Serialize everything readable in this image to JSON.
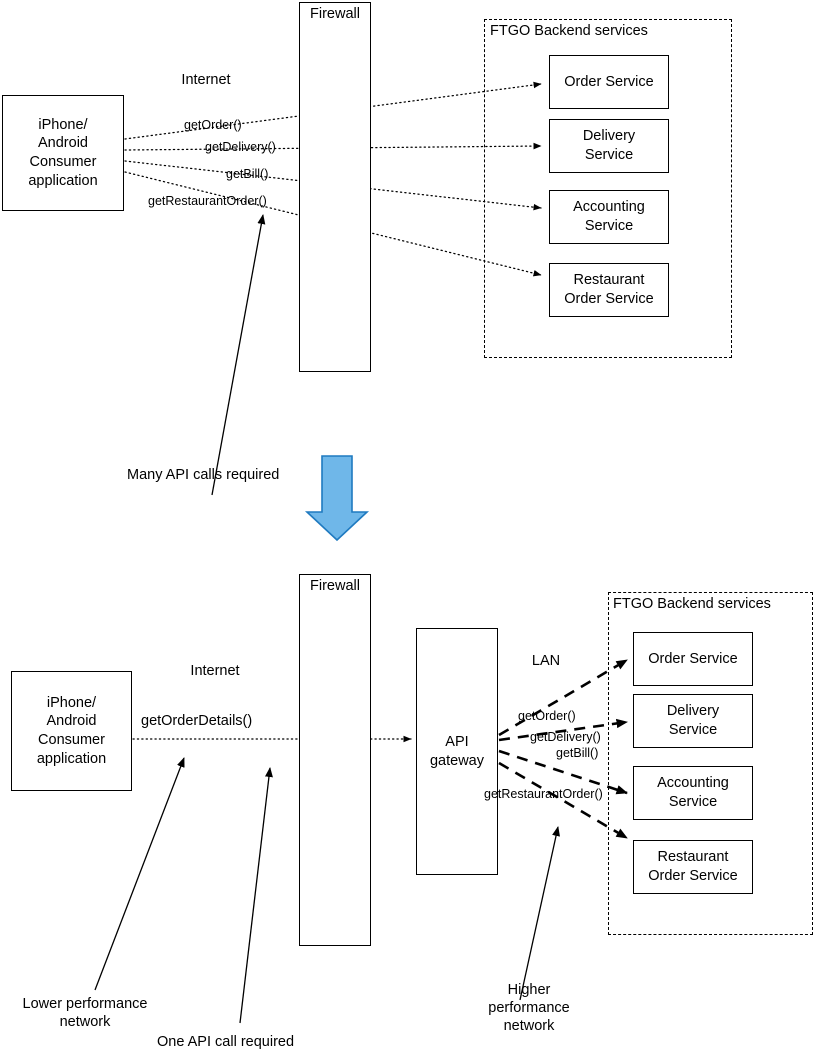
{
  "diagram": {
    "title": "API Gateway pattern: many API calls vs one API call",
    "colors": {
      "stroke": "#000000",
      "background": "#ffffff",
      "transition_arrow_fill": "#6FB7E9",
      "transition_arrow_stroke": "#1F7AC0"
    }
  },
  "top_panel": {
    "consumer_box": "iPhone/\nAndroid\nConsumer\napplication",
    "consumer_lines": [
      "iPhone/",
      "Android",
      "Consumer",
      "application"
    ],
    "network_label": "Internet",
    "firewall_label": "Firewall",
    "group_label": "FTGO Backend services",
    "calls": [
      {
        "name": "getOrder()"
      },
      {
        "name": "getDelivery()"
      },
      {
        "name": "getBill()"
      },
      {
        "name": "getRestaurantOrder()"
      }
    ],
    "services": [
      {
        "lines": [
          "Order Service"
        ]
      },
      {
        "lines": [
          "Delivery",
          "Service"
        ]
      },
      {
        "lines": [
          "Accounting",
          "Service"
        ]
      },
      {
        "lines": [
          "Restaurant",
          "Order Service"
        ]
      }
    ],
    "annotation": "Many API calls required"
  },
  "transition": {
    "icon": "down-arrow-icon"
  },
  "bottom_panel": {
    "consumer_box": "iPhone/\nAndroid\nConsumer\napplication",
    "consumer_lines": [
      "iPhone/",
      "Android",
      "Consumer",
      "application"
    ],
    "network_label": "Internet",
    "firewall_label": "Firewall",
    "client_call": "getOrderDetails()",
    "gateway_lines": [
      "API",
      "gateway"
    ],
    "lan_label": "LAN",
    "group_label": "FTGO Backend services",
    "calls": [
      {
        "name": "getOrder()"
      },
      {
        "name": "getDelivery()"
      },
      {
        "name": "getBill()"
      },
      {
        "name": "getRestaurantOrder()"
      }
    ],
    "services": [
      {
        "lines": [
          "Order Service"
        ]
      },
      {
        "lines": [
          "Delivery",
          "Service"
        ]
      },
      {
        "lines": [
          "Accounting",
          "Service"
        ]
      },
      {
        "lines": [
          "Restaurant",
          "Order Service"
        ]
      }
    ],
    "annotations": {
      "lower_network": "Lower performance\nnetwork",
      "lower_network_lines": [
        "Lower performance",
        "network"
      ],
      "one_call": "One API call required",
      "higher_network": "Higher\nperformance\nnetwork",
      "higher_network_lines": [
        "Higher",
        "performance",
        "network"
      ]
    }
  }
}
